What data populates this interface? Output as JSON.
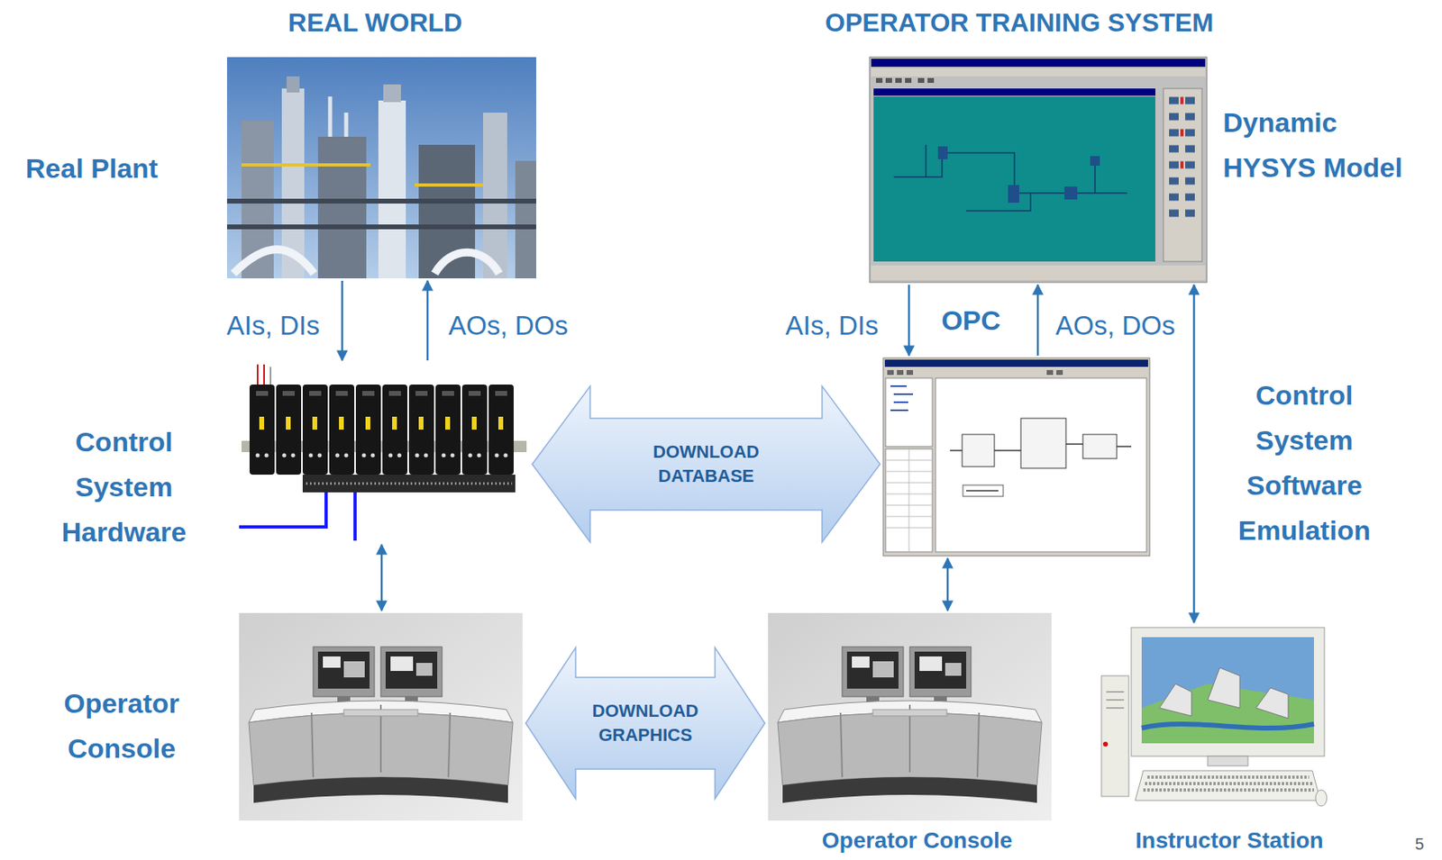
{
  "diagram": {
    "nodes": [
      {
        "text": [
          "Real Plant"
        ]
      },
      {
        "text": [
          "Control System Hardware"
        ]
      },
      {
        "text": [
          "Operator Console"
        ]
      },
      {
        "text": [
          "Dynamic HYSYS Model"
        ]
      },
      {
        "text": [
          "Control System Software Emulation"
        ]
      },
      {
        "text": [
          "Operator Console"
        ]
      },
      {
        "text": [
          "Instructor Station"
        ]
      }
    ],
    "edges": [
      {
        "from": 0,
        "to": 1,
        "label": "AIs, DIs",
        "arrow": "to"
      },
      {
        "from": 1,
        "to": 0,
        "label": "AOs, DOs",
        "arrow": "to"
      },
      {
        "from": 1,
        "to": 4,
        "label": "DOWNLOAD DATABASE",
        "arrow": "both"
      },
      {
        "from": 3,
        "to": 4,
        "label": "AIs, DIs",
        "arrow": "to"
      },
      {
        "from": 4,
        "to": 3,
        "label": "AOs, DOs",
        "arrow": "to"
      },
      {
        "from": 1,
        "to": 2,
        "arrow": "both"
      },
      {
        "from": 4,
        "to": 5,
        "arrow": "both"
      },
      {
        "from": 2,
        "to": 5,
        "label": "DOWNLOAD GRAPHICS",
        "arrow": "both"
      },
      {
        "from": 6,
        "to": 3,
        "arrow": "both"
      }
    ],
    "labels": [
      "REAL WORLD",
      "OPERATOR TRAINING SYSTEM",
      "OPC",
      "5"
    ]
  }
}
